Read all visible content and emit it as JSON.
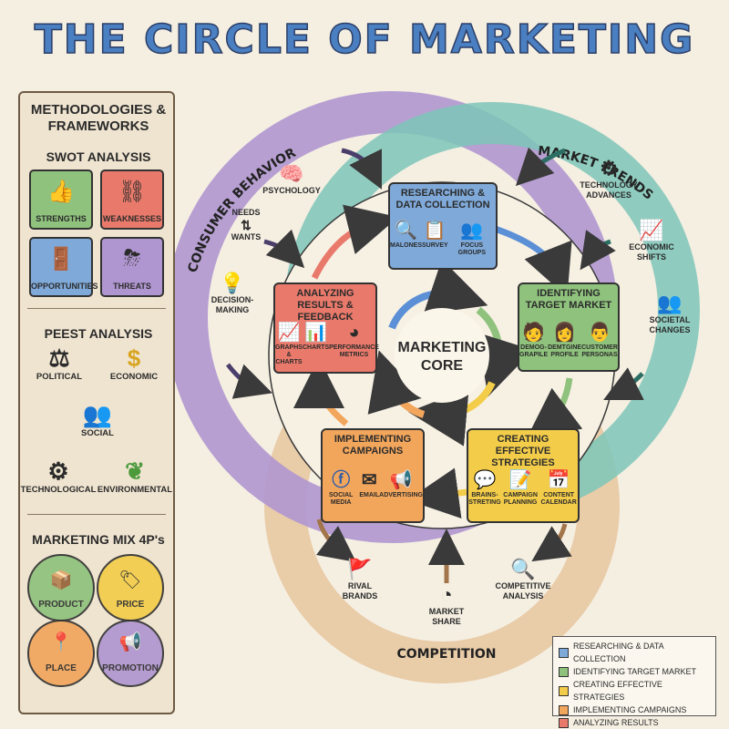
{
  "title": "THE CIRCLE OF MARKETING",
  "colors": {
    "blue": "#7fa9d9",
    "green": "#8fc27d",
    "yellow": "#f3cd4a",
    "orange": "#f2a65c",
    "red": "#e97a6b",
    "purple": "#b096d0",
    "teal": "#7cc6b8",
    "tan": "#e8c9a4"
  },
  "panel": {
    "heading": "METHODOLOGIES & FRAMEWORKS",
    "swot": {
      "heading": "SWOT ANALYSIS",
      "items": [
        "STRENGTHS",
        "WEAKNESSES",
        "OPPORTUNITIES",
        "THREATS"
      ]
    },
    "pest": {
      "heading": "PEEST ANALYSIS",
      "items": [
        "POLITICAL",
        "ECONOMIC",
        "SOCIAL",
        "TECHNOLOGICAL",
        "ENVIRONMENTAL"
      ]
    },
    "mix": {
      "heading": "MARKETING MIX 4P's",
      "items": [
        "PRODUCT",
        "PRICE",
        "PLACE",
        "PROMOTION"
      ]
    }
  },
  "rings": {
    "consumer": "CONSUMER BEHAVIOR",
    "trends": "MARKET TRENDS",
    "competition": "COMPETITION",
    "consumer_items": [
      "PSYCHOLOGY",
      "NEEDS",
      "WANTS",
      "DECISION-MAKING"
    ],
    "trend_items": [
      "TECHNOLOGY ADVANCES",
      "ECONOMIC SHIFTS",
      "SOCIETAL CHANGES"
    ],
    "competition_items": [
      "RIVAL BRANDS",
      "MARKET SHARE",
      "COMPETITIVE ANALYSIS"
    ]
  },
  "core": "MARKETING CORE",
  "boxes": {
    "research": {
      "title": "RESEARCHING & DATA COLLECTION",
      "items": [
        "MALONES",
        "SURVEY",
        "FOCUS GROUPS"
      ]
    },
    "identify": {
      "title": "IDENTIFYING TARGET MARKET",
      "items": [
        "DEMOG-GRAPILE",
        "DEMTGINE PROFILE",
        "CUSTOMER PERSONAS"
      ]
    },
    "strategies": {
      "title": "CREATING EFFECTIVE STRATEGIES",
      "items": [
        "BRAINS-STRETING",
        "CAMPAIGN PLANNING",
        "CONTENT CALENDAR"
      ]
    },
    "campaigns": {
      "title": "IMPLEMENTING CAMPAIGNS",
      "items": [
        "SOCIAL MEDIA",
        "EMAIL",
        "ADVERTISING"
      ]
    },
    "analyzing": {
      "title": "ANALYZING RESULTS & FEEDBACK",
      "items": [
        "GRAPHS & CHARTS",
        "CHARTS",
        "PERFORMANCE METRICS"
      ]
    }
  },
  "legend": [
    "RESEARCHING & DATA COLLECTION",
    "IDENTIFYING TARGET MARKET",
    "CREATING EFFECTIVE STRATEGIES",
    "IMPLEMENTING CAMPAIGNS",
    "ANALYZING RESULTS"
  ]
}
